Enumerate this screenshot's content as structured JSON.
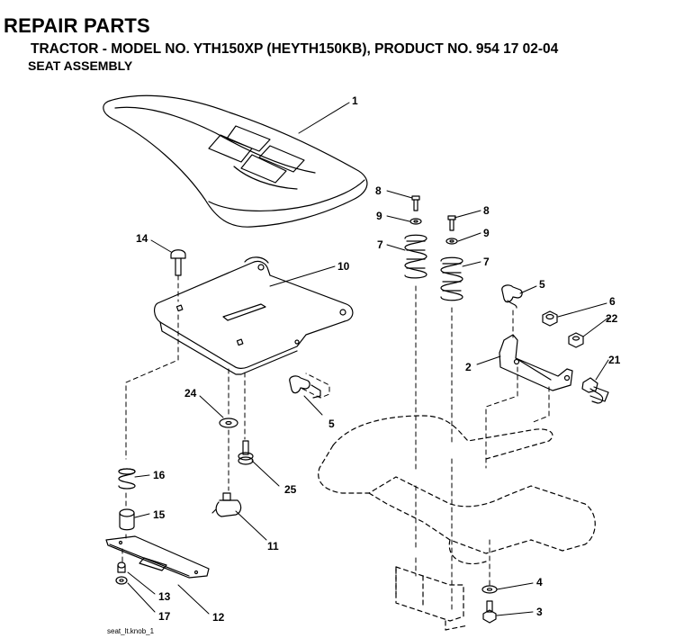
{
  "header": {
    "title": "REPAIR PARTS",
    "subtitle": "TRACTOR - MODEL NO. YTH150XP (HEYTH150KB), PRODUCT NO. 954 17 02-04",
    "section": "SEAT ASSEMBLY"
  },
  "footer": {
    "figure_ref": "seat_lt.knob_1"
  },
  "callouts": {
    "c1": "1",
    "c2": "2",
    "c3": "3",
    "c4": "4",
    "c5a": "5",
    "c5b": "5",
    "c6": "6",
    "c7a": "7",
    "c7b": "7",
    "c8a": "8",
    "c8b": "8",
    "c9a": "9",
    "c9b": "9",
    "c10": "10",
    "c11": "11",
    "c12": "12",
    "c13": "13",
    "c14": "14",
    "c15": "15",
    "c16": "16",
    "c17": "17",
    "c21": "21",
    "c22": "22",
    "c24": "24",
    "c25": "25"
  }
}
